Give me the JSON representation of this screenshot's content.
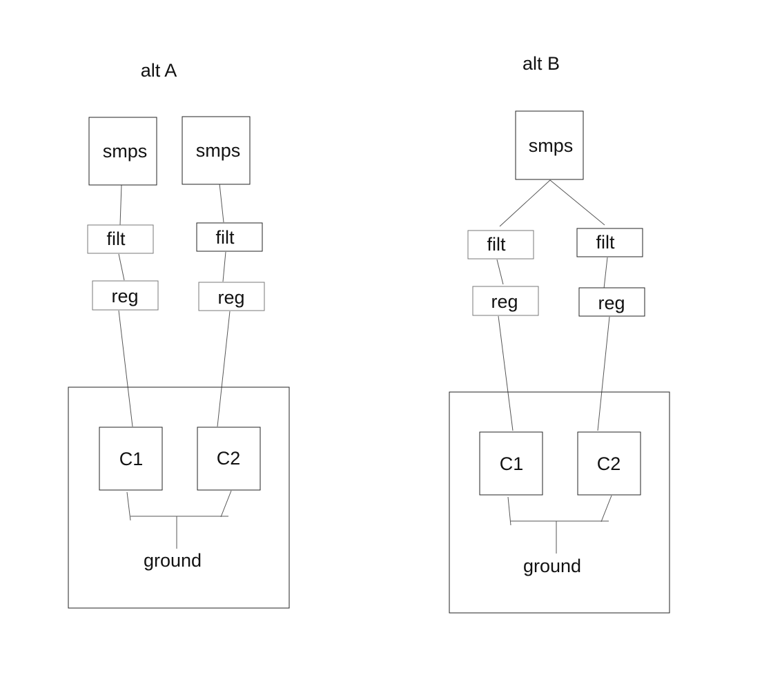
{
  "alt_a": {
    "title": "alt A",
    "smps_left": "smps",
    "smps_right": "smps",
    "filt_left": "filt",
    "filt_right": "filt",
    "reg_left": "reg",
    "reg_right": "reg",
    "c1": "C1",
    "c2": "C2",
    "ground": "ground"
  },
  "alt_b": {
    "title": "alt B",
    "smps": "smps",
    "filt_left": "filt",
    "filt_right": "filt",
    "reg_left": "reg",
    "reg_right": "reg",
    "c1": "C1",
    "c2": "C2",
    "ground": "ground"
  }
}
